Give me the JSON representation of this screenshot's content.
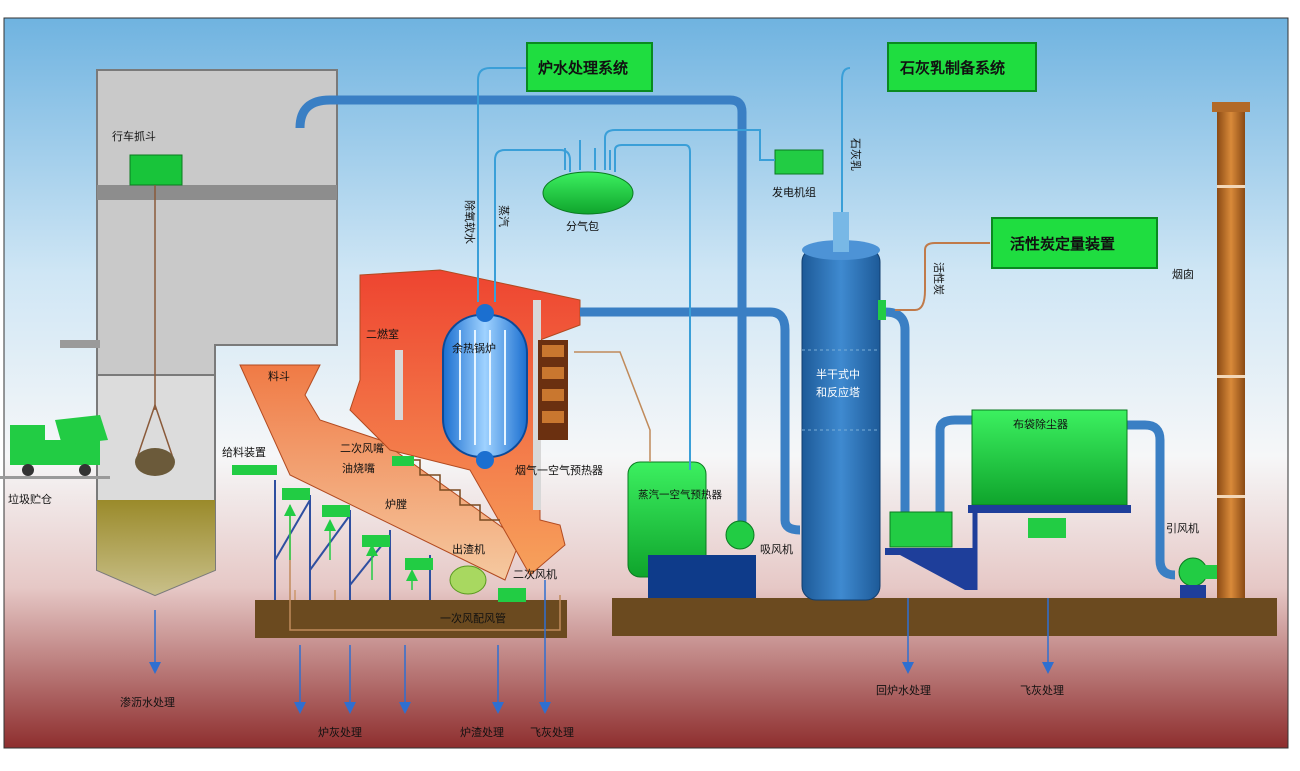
{
  "labels": {
    "crane_grab": "行车抓斗",
    "refuse_pit": "垃圾贮仓",
    "leachate": "渗沥水处理",
    "hopper": "料斗",
    "feeder": "给料装置",
    "secondary_chamber": "二燃室",
    "secondary_air_nozzle": "二次风嘴",
    "oil_burner": "油烧嘴",
    "grate": "炉膛",
    "slag_extractor": "出渣机",
    "secondary_fan": "二次风机",
    "primary_air_duct": "一次风配风管",
    "waste_heat_boiler": "余热锅炉",
    "flue_gas_preheater": "烟气一空气预热器",
    "steam_air_preheater": "蒸汽一空气预热器",
    "primary_fan": "吸风机",
    "steam_header": "分气包",
    "generator": "发电机组",
    "deaerated_water": "除氧软水",
    "steam": "蒸汽",
    "boiler_water_system": "炉水处理系统",
    "lime_system": "石灰乳制备系统",
    "lime_milk": "石灰乳",
    "carbon_system": "活性炭定量装置",
    "activated_carbon": "活性炭",
    "semi_dry_tower": [
      "半干式中",
      "和反应塔"
    ],
    "bag_filter": "布袋除尘器",
    "id_fan": "引风机",
    "chimney": "烟囱",
    "ash_treatment": "炉灰处理",
    "slag_treatment": "炉渣处理",
    "fly_ash_1": "飞灰处理",
    "return_water": "回炉水处理",
    "fly_ash_2": "飞灰处理"
  },
  "colors": {
    "pipe_blue": "#2f7bc0",
    "system_green": "#22dd44",
    "furnace_orange": "#f0603a",
    "tower_blue": "#2c72b5",
    "base_brown": "#6b4a1f"
  }
}
